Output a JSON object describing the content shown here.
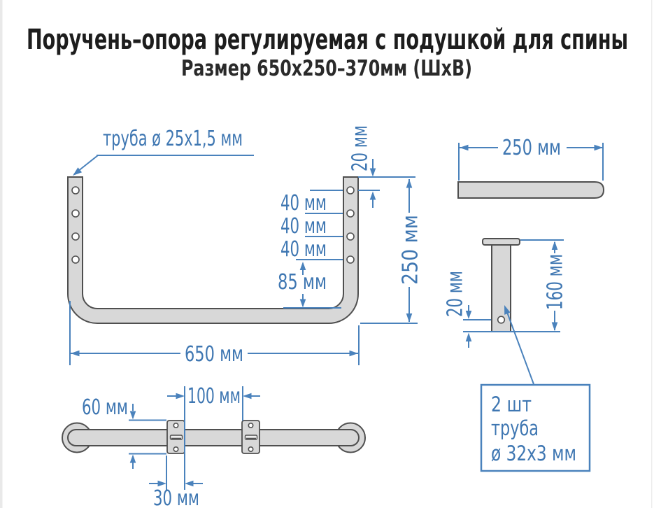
{
  "colors": {
    "accent_blue_text": "#3f77b2",
    "accent_blue_line": "#4a82bc",
    "part_outline": "#4f4f4f",
    "part_fill": "#d8d8d8",
    "title_color": "#1d1d1d",
    "background": "#ffffff"
  },
  "header": {
    "title": "Поручень–опора регулируемая с подушкой для спины",
    "subtitle": "Размер 650х250–370мм (ШхВ)"
  },
  "front_view": {
    "pipe_label": "труба ø 25х1,5 мм",
    "top_hole_offset": "20 мм",
    "hole_spacing_1": "40 мм",
    "hole_spacing_2": "40 мм",
    "hole_spacing_3": "40 мм",
    "lower_gap": "85 мм",
    "width": "650 мм",
    "height": "250 мм"
  },
  "top_view": {
    "depth": "250 мм"
  },
  "bracket_view": {
    "hole_offset": "20 мм",
    "length": "160 мм"
  },
  "bottom_view": {
    "plate_height": "60 мм",
    "plate_spacing": "100 мм",
    "plate_width": "30 мм"
  },
  "callout": {
    "line1": "2 шт",
    "line2": "труба",
    "line3": "ø 32х3 мм"
  }
}
